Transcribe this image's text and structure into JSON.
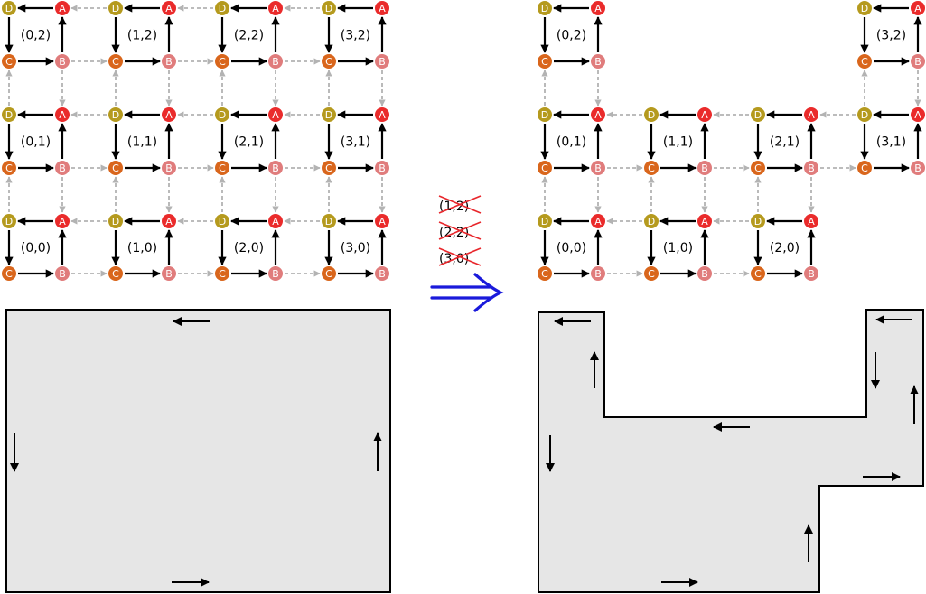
{
  "colors": {
    "A": "#ea2b2b",
    "B": "#e07c7c",
    "C": "#d9661c",
    "D": "#b59a1e",
    "dashed_edge": "#b3b3b3",
    "solid_edge": "#000000",
    "region_fill": "#e6e6e6",
    "region_stroke": "#000000",
    "transform_arrow": "#1a1adb",
    "strike": "#e8262b"
  },
  "node_letters": {
    "A": "A",
    "B": "B",
    "C": "C",
    "D": "D"
  },
  "left_grid": {
    "cells": [
      {
        "i": 0,
        "j": 0,
        "label": "(0,0)"
      },
      {
        "i": 1,
        "j": 0,
        "label": "(1,0)"
      },
      {
        "i": 2,
        "j": 0,
        "label": "(2,0)"
      },
      {
        "i": 3,
        "j": 0,
        "label": "(3,0)"
      },
      {
        "i": 0,
        "j": 1,
        "label": "(0,1)"
      },
      {
        "i": 1,
        "j": 1,
        "label": "(1,1)"
      },
      {
        "i": 2,
        "j": 1,
        "label": "(2,1)"
      },
      {
        "i": 3,
        "j": 1,
        "label": "(3,1)"
      },
      {
        "i": 0,
        "j": 2,
        "label": "(0,2)"
      },
      {
        "i": 1,
        "j": 2,
        "label": "(1,2)"
      },
      {
        "i": 2,
        "j": 2,
        "label": "(2,2)"
      },
      {
        "i": 3,
        "j": 2,
        "label": "(3,2)"
      }
    ]
  },
  "removed_cells": [
    {
      "label": "(1,2)"
    },
    {
      "label": "(2,2)"
    },
    {
      "label": "(3,0)"
    }
  ],
  "right_grid": {
    "cells": [
      {
        "i": 0,
        "j": 0,
        "label": "(0,0)"
      },
      {
        "i": 1,
        "j": 0,
        "label": "(1,0)"
      },
      {
        "i": 2,
        "j": 0,
        "label": "(2,0)"
      },
      {
        "i": 0,
        "j": 1,
        "label": "(0,1)"
      },
      {
        "i": 1,
        "j": 1,
        "label": "(1,1)"
      },
      {
        "i": 2,
        "j": 1,
        "label": "(2,1)"
      },
      {
        "i": 3,
        "j": 1,
        "label": "(3,1)"
      },
      {
        "i": 0,
        "j": 2,
        "label": "(0,2)"
      },
      {
        "i": 3,
        "j": 2,
        "label": "(3,2)"
      }
    ]
  }
}
